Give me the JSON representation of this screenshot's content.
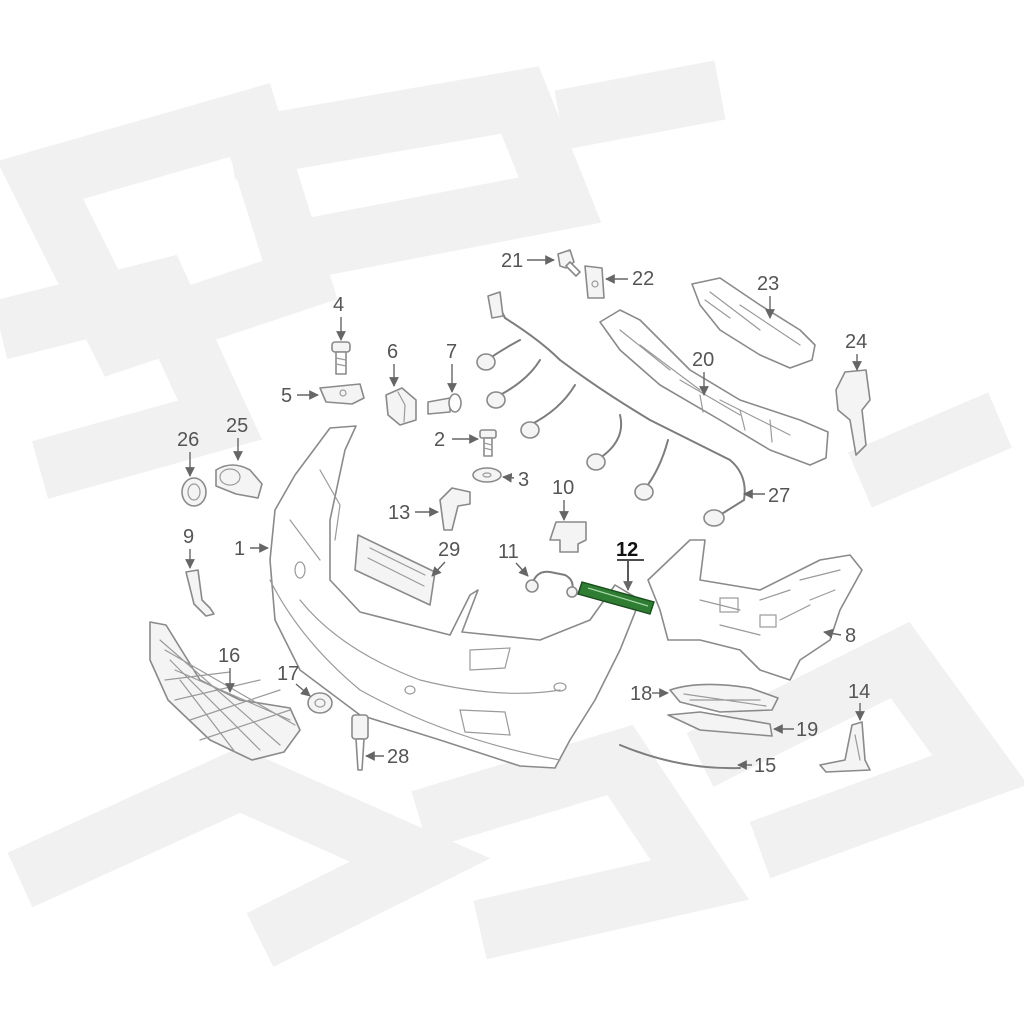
{
  "colors": {
    "line": "#8a8a8a",
    "label": "#555555",
    "highlight_part": "#2e7d32",
    "highlight_label": "#111111",
    "watermark": "#efefef"
  },
  "callouts": {
    "c1": "1",
    "c2": "2",
    "c3": "3",
    "c4": "4",
    "c5": "5",
    "c6": "6",
    "c7": "7",
    "c8": "8",
    "c9": "9",
    "c10": "10",
    "c11": "11",
    "c12": "12",
    "c13": "13",
    "c14": "14",
    "c15": "15",
    "c16": "16",
    "c17": "17",
    "c18": "18",
    "c19": "19",
    "c20": "20",
    "c21": "21",
    "c22": "22",
    "c23": "23",
    "c24": "24",
    "c25": "25",
    "c26": "26",
    "c27": "27",
    "c28": "28",
    "c29": "29"
  },
  "highlighted_part": "12"
}
